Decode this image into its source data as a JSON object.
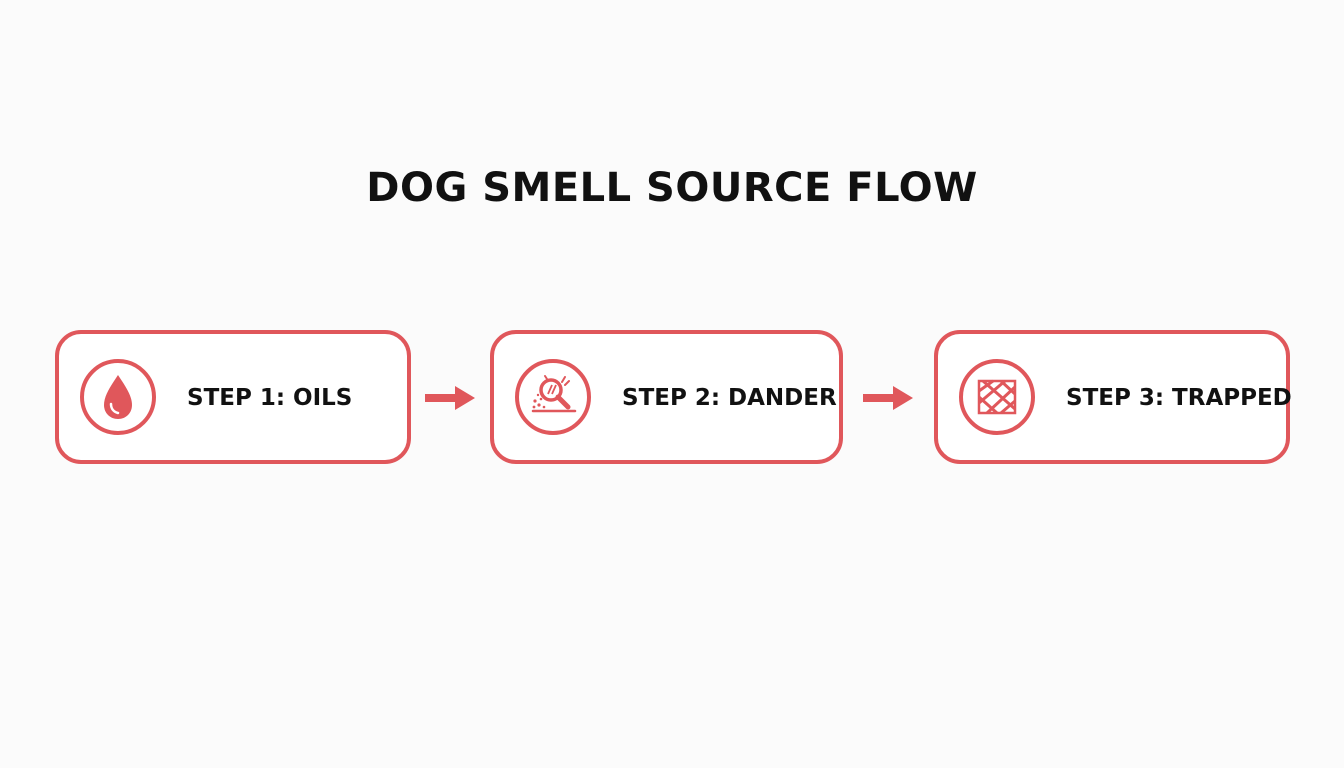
{
  "diagram": {
    "title": "DOG SMELL SOURCE FLOW",
    "accent_color": "#e0575b",
    "steps": [
      {
        "label": "STEP 1: OILS",
        "icon": "oil-drop-icon"
      },
      {
        "label": "STEP 2: DANDER",
        "icon": "dander-magnifier-icon"
      },
      {
        "label": "STEP 3: TRAPPED",
        "icon": "trapped-fabric-icon"
      }
    ],
    "connectors": [
      "arrow-right",
      "arrow-right"
    ]
  }
}
